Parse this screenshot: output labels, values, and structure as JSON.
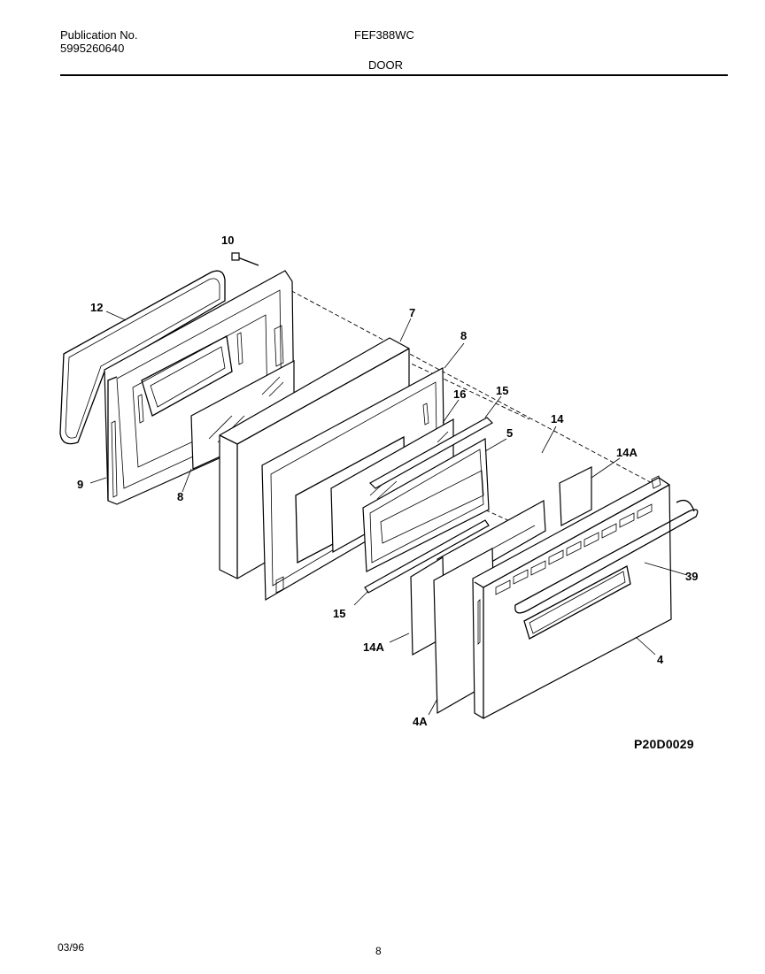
{
  "header": {
    "publication_label": "Publication No.",
    "publication_number": "5995260640",
    "model": "FEF388WC",
    "section": "DOOR"
  },
  "footer": {
    "date": "03/96",
    "page": "8"
  },
  "diagram": {
    "code": "P20D0029",
    "callouts": [
      "10",
      "12",
      "9",
      "8",
      "7",
      "8",
      "16",
      "15",
      "5",
      "14",
      "14A",
      "39",
      "4",
      "15",
      "14A",
      "4A"
    ]
  }
}
